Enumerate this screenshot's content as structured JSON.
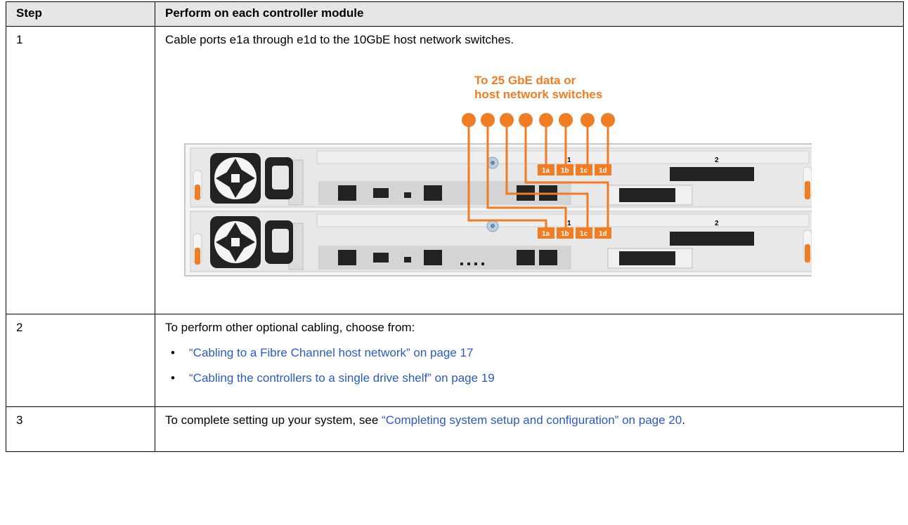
{
  "table": {
    "header": {
      "step": "Step",
      "action": "Perform on each controller module"
    },
    "rows": [
      {
        "step": "1",
        "text": "Cable ports e1a through e1d to the 10GbE host network switches."
      },
      {
        "step": "2",
        "intro": "To perform other optional cabling, choose from:",
        "links": [
          "“Cabling to a Fibre Channel host network” on page 17",
          "“Cabling the controllers to a single drive shelf” on page 19"
        ]
      },
      {
        "step": "3",
        "prefix": "To complete setting up your system, see ",
        "link": "“Completing system setup and configuration” on page 20",
        "suffix": "."
      }
    ]
  },
  "figure": {
    "callout_line1": "To 25 GbE data or",
    "callout_line2": "host network switches",
    "slot1_label": "1",
    "slot2_label": "2",
    "port_labels": [
      "1a",
      "1b",
      "1c",
      "1d"
    ],
    "colors": {
      "accent": "#f07d23",
      "chassis": "#e8e8e8",
      "dark": "#222222",
      "panel": "#d4d4d4",
      "link": "#2a5bc2"
    }
  }
}
